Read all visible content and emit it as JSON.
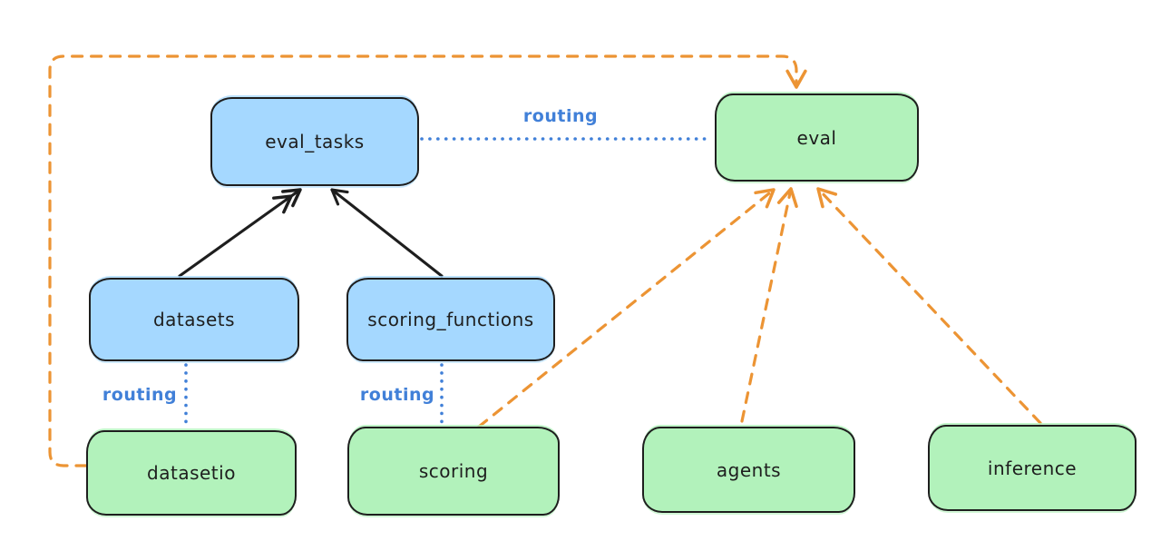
{
  "diagram": {
    "nodes": {
      "eval_tasks": {
        "label": "eval_tasks",
        "kind": "api"
      },
      "eval": {
        "label": "eval",
        "kind": "provider"
      },
      "datasets": {
        "label": "datasets",
        "kind": "api"
      },
      "scoring_functions": {
        "label": "scoring_functions",
        "kind": "api"
      },
      "datasetio": {
        "label": "datasetio",
        "kind": "provider"
      },
      "scoring": {
        "label": "scoring",
        "kind": "provider"
      },
      "agents": {
        "label": "agents",
        "kind": "provider"
      },
      "inference": {
        "label": "inference",
        "kind": "provider"
      }
    },
    "edge_labels": {
      "top": "routing",
      "datasets_datasetio": "routing",
      "scoring_functions_scoring": "routing"
    },
    "edges": [
      {
        "from": "datasets",
        "to": "eval_tasks",
        "style": "solid",
        "color": "black",
        "arrow": true
      },
      {
        "from": "scoring_functions",
        "to": "eval_tasks",
        "style": "solid",
        "color": "black",
        "arrow": true
      },
      {
        "from": "eval_tasks",
        "to": "eval",
        "style": "dotted",
        "color": "blue",
        "arrow": false,
        "label": "routing"
      },
      {
        "from": "datasets",
        "to": "datasetio",
        "style": "dotted",
        "color": "blue",
        "arrow": false,
        "label": "routing"
      },
      {
        "from": "scoring_functions",
        "to": "scoring",
        "style": "dotted",
        "color": "blue",
        "arrow": false,
        "label": "routing"
      },
      {
        "from": "datasetio",
        "to": "eval",
        "style": "dashed",
        "color": "orange",
        "arrow": true,
        "route": "around-left-and-top"
      },
      {
        "from": "scoring",
        "to": "eval",
        "style": "dashed",
        "color": "orange",
        "arrow": true
      },
      {
        "from": "agents",
        "to": "eval",
        "style": "dashed",
        "color": "orange",
        "arrow": true
      },
      {
        "from": "inference",
        "to": "eval",
        "style": "dashed",
        "color": "orange",
        "arrow": true
      }
    ],
    "colors": {
      "api_fill": "#a5d8ff",
      "provider_fill": "#b2f2bb",
      "stroke": "#1e1e1e",
      "routing_blue": "#4180d8",
      "arrow_orange": "#ec9434",
      "background": "#ffffff"
    }
  }
}
